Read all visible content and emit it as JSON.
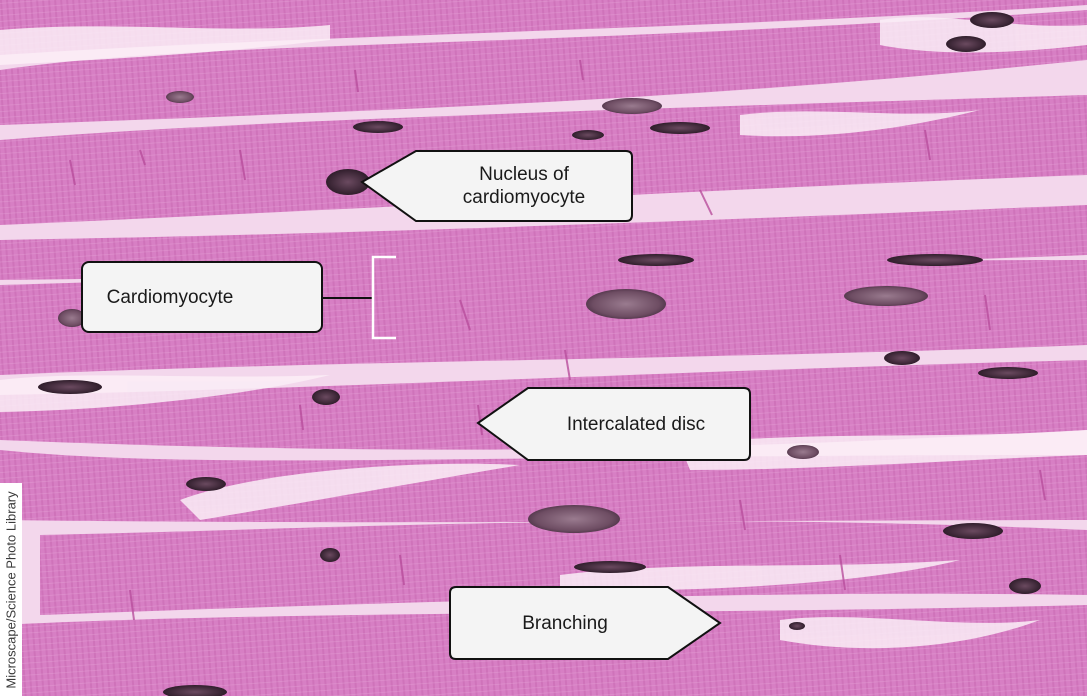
{
  "image": {
    "subject": "Cardiac muscle tissue light micrograph (H&E stain)",
    "colors": {
      "background": "#e8a6d8",
      "fiber": "#d77fc4",
      "fiber_dark": "#c96cb7",
      "striation": "#c65fb0",
      "gap": "#f6e4f1",
      "nucleus": "#3a2633",
      "nucleus_light": "#7d5a72",
      "disc": "#b84d9c",
      "callout_fill": "#f4f4f4",
      "callout_border": "#111111"
    }
  },
  "labels": {
    "nucleus": "Nucleus of\ncardiomyocyte",
    "cardiomyocyte": "Cardiomyocyte",
    "intercalated_disc": "Intercalated disc",
    "branching": "Branching"
  },
  "credit": "Microscape/Science Photo Library"
}
